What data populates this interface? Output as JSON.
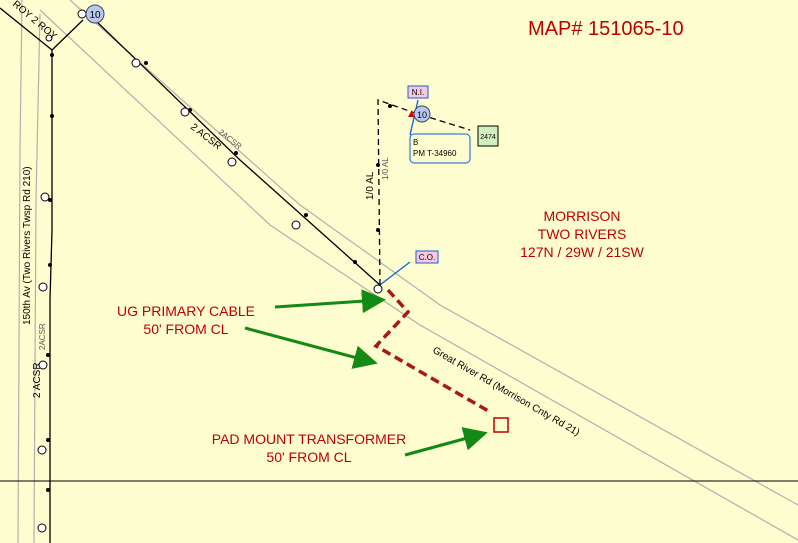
{
  "map_number": "MAP# 151065-10",
  "location": {
    "line1": "MORRISON",
    "line2": "TWO RIVERS",
    "line3": "127N / 29W / 21SW"
  },
  "annotations": {
    "cable_line1": "UG PRIMARY CABLE",
    "cable_line2": "50' FROM CL",
    "transformer_line1": "PAD MOUNT TRANSFORMER",
    "transformer_line2": "50' FROM CL"
  },
  "roads": {
    "great_river": "Great River Rd  (Morrison Cnty Rd 21)",
    "avenue_150th": "150th Av  (Two Rivers Twsp Rd 210)",
    "roy": "ROY 2 ROY"
  },
  "conductors": {
    "acsr_a": "2 ACSR",
    "acsr_b": "2ACSR",
    "al_a": "1/0 AL",
    "al_b": "1/0 AL"
  },
  "devices": {
    "badge_top": "10",
    "badge_right": "10",
    "ni_tag": "N.I.",
    "co_tag": "C.O.",
    "transformer_id": "2474",
    "pm_line1": "B",
    "pm_line2": "PM T-34960"
  },
  "colors": {
    "background": "#fdfdd0",
    "annotation": "#c00000",
    "arrow": "#138a13",
    "badge": "#b8c8f0"
  }
}
